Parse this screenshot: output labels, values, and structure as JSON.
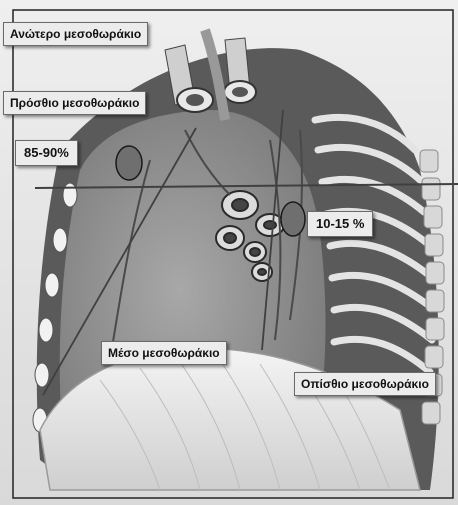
{
  "labels": {
    "superior": "Ανώτερο μεσοθωράκιο",
    "anterior": "Πρόσθιο μεσοθωράκιο",
    "anterior_percent": "85-90%",
    "posterior_percent": "10-15 %",
    "middle": "Μέσο μεσοθωράκιο",
    "posterior": "Οπίσθιο μεσοθωράκιο"
  },
  "colors": {
    "marker_fill": "#6f6f6f",
    "divider_line": "#404040"
  }
}
